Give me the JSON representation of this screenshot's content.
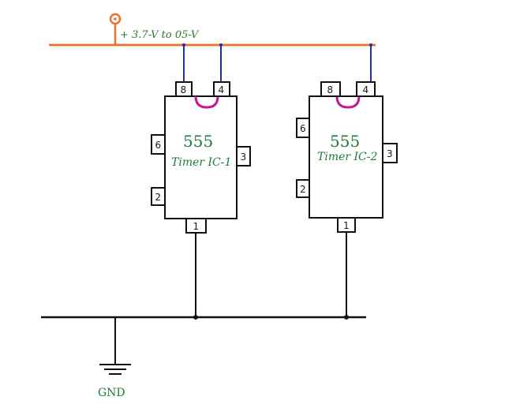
{
  "supply": {
    "label": "+ 3.7-V to 05-V"
  },
  "ground": {
    "label": "GND"
  },
  "ics": [
    {
      "title": "555",
      "subtitle": "Timer IC-1",
      "pins": {
        "top_left": "8",
        "top_right": "4",
        "left_upper": "6",
        "left_lower": "2",
        "right": "3",
        "bottom": "1"
      }
    },
    {
      "title": "555",
      "subtitle": "Timer IC-2",
      "pins": {
        "top_left": "8",
        "top_right": "4",
        "left_upper": "6",
        "left_lower": "2",
        "right": "3",
        "bottom": "1"
      }
    }
  ],
  "colors": {
    "supply_rail": "#e8722a",
    "supply_wire": "#1f2fa8",
    "notch": "#c0189a",
    "text_green": "#1f7a3a",
    "ink": "#111111"
  }
}
